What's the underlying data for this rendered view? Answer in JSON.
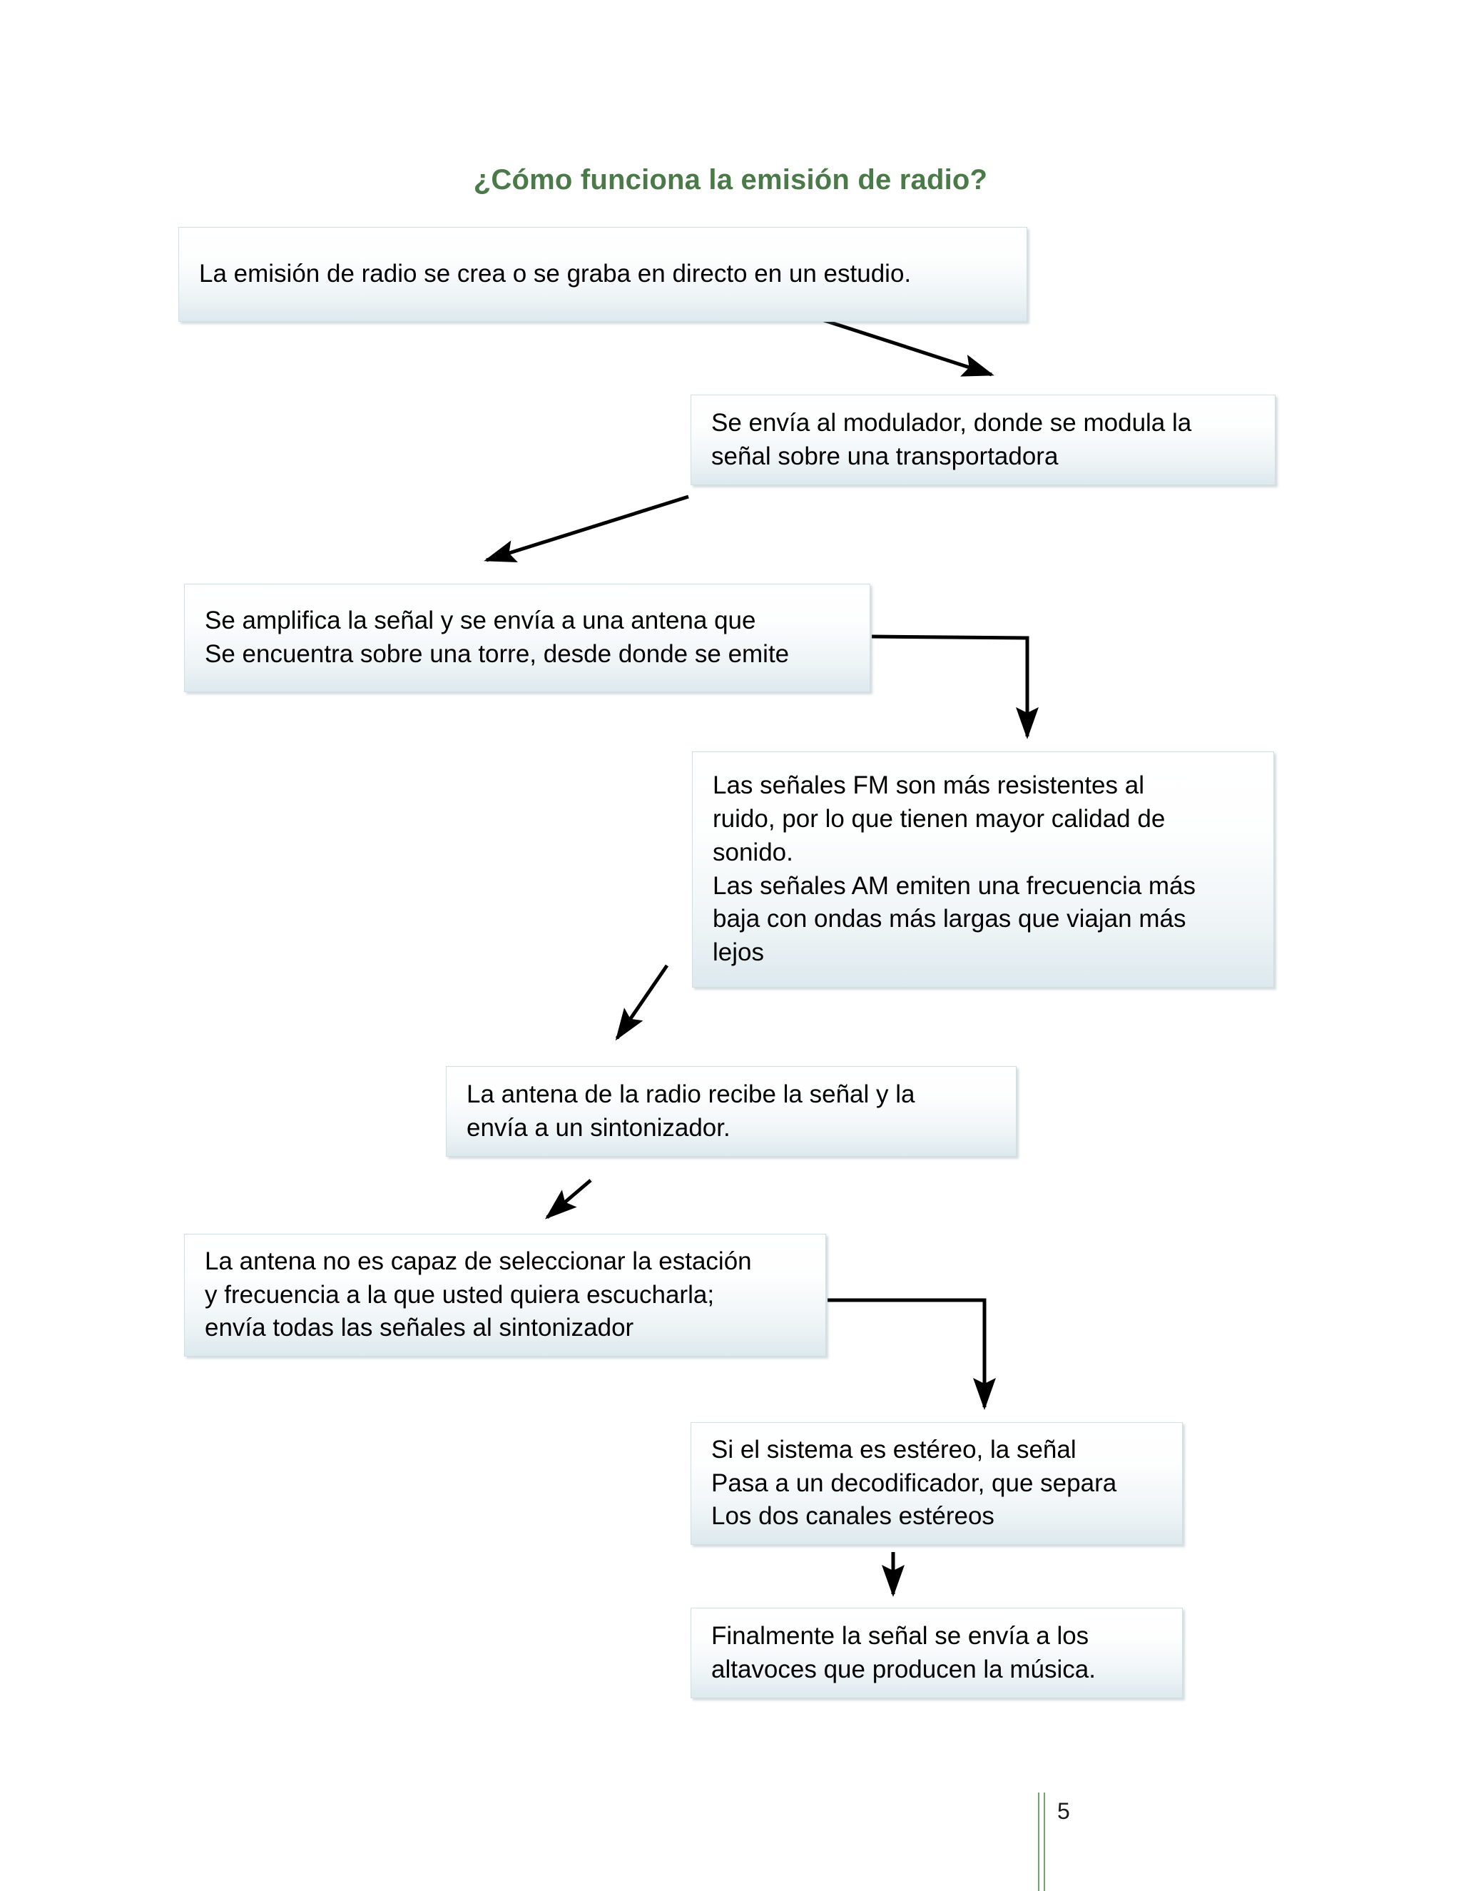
{
  "document": {
    "title": "¿Cómo funciona la emisión de radio?",
    "title_color": "#4a7a47",
    "page_number": "5",
    "background_color": "#ffffff"
  },
  "diagram": {
    "type": "flowchart",
    "box_fill_top": "#ffffff",
    "box_fill_bottom": "#dde9ee",
    "box_border_color": "#cfe0e4",
    "connector_color": "#000000",
    "boxes": [
      {
        "id": "box-1",
        "lines": [
          "La emisión de radio se crea o se graba en directo en un estudio."
        ]
      },
      {
        "id": "box-2",
        "lines": [
          "Se envía al modulador, donde se modula la",
          "señal sobre una transportadora"
        ]
      },
      {
        "id": "box-3",
        "lines": [
          "Se amplifica la señal y se envía a una antena que",
          "Se encuentra sobre una torre, desde donde se emite"
        ]
      },
      {
        "id": "box-4",
        "lines": [
          "Las señales FM son más resistentes al",
          "ruido, por lo que tienen mayor calidad de",
          "sonido.",
          "Las señales AM emiten una frecuencia más",
          "baja con ondas más largas que viajan más",
          "lejos"
        ]
      },
      {
        "id": "box-5",
        "lines": [
          "La antena de la radio recibe la señal y la",
          "envía a un sintonizador."
        ]
      },
      {
        "id": "box-6",
        "lines": [
          "La antena no es capaz de seleccionar la estación",
          "y frecuencia a la que usted quiera escucharla;",
          "envía todas las señales al sintonizador"
        ]
      },
      {
        "id": "box-7",
        "lines": [
          "Si el sistema es estéreo, la señal",
          "Pasa a un decodificador, que separa",
          "Los dos canales estéreos"
        ]
      },
      {
        "id": "box-8",
        "lines": [
          "Finalmente la señal se envía a los",
          "altavoces que producen la música."
        ]
      }
    ],
    "connectors": [
      {
        "id": "arrow-1-to-2",
        "from": "box-1",
        "to": "box-2",
        "style": "diagonal-down-right"
      },
      {
        "id": "arrow-2-to-3",
        "from": "box-2",
        "to": "box-3",
        "style": "diagonal-down-left"
      },
      {
        "id": "arrow-3-to-4",
        "from": "box-3",
        "to": "box-4",
        "style": "elbow-right-down"
      },
      {
        "id": "arrow-4-to-5",
        "from": "box-4",
        "to": "box-5",
        "style": "diagonal-down-left"
      },
      {
        "id": "arrow-5-to-6",
        "from": "box-5",
        "to": "box-6",
        "style": "diagonal-down-left"
      },
      {
        "id": "arrow-6-to-7",
        "from": "box-6",
        "to": "box-7",
        "style": "elbow-right-down"
      },
      {
        "id": "arrow-7-to-8",
        "from": "box-7",
        "to": "box-8",
        "style": "straight-down"
      }
    ]
  }
}
